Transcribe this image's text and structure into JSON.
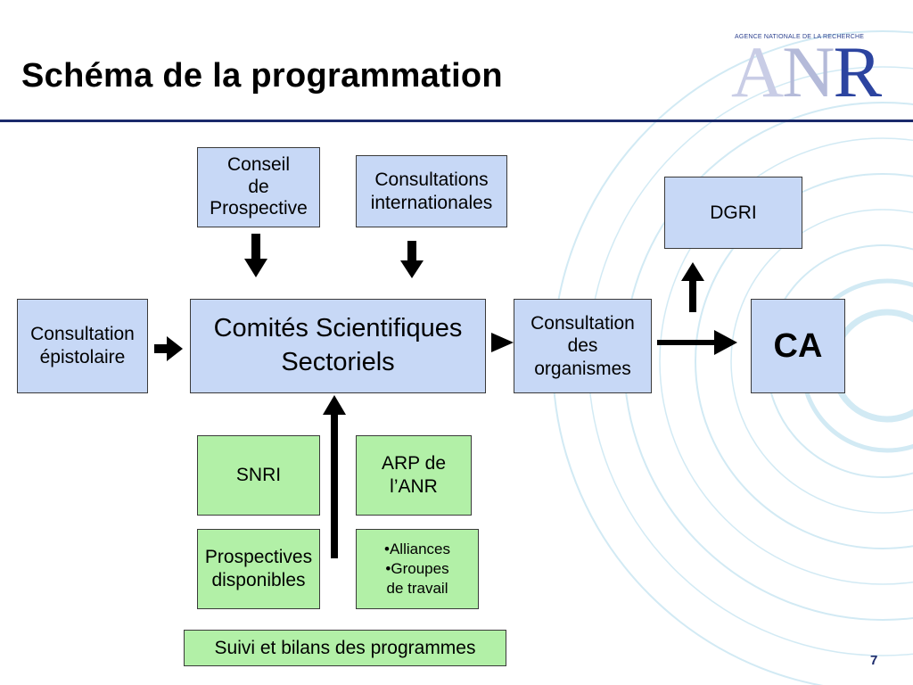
{
  "slide": {
    "title": "Schéma de la programmation",
    "page_number": "7"
  },
  "logo": {
    "agency": "AGENCE NATIONALE DE LA RECHERCHE",
    "letter_a": "A",
    "letter_n": "N",
    "letter_r": "R",
    "colors": {
      "a": "#c9cde6",
      "n": "#b4bad9",
      "r": "#2c44a0"
    }
  },
  "colors": {
    "blue_box": "#c7d8f6",
    "green_box": "#b2f0a7",
    "title_rule": "#1b2a6b",
    "swirl": "#d2eaf4",
    "arrow": "#000000"
  },
  "boxes": {
    "conseil": "Conseil\nde\nProspective",
    "consultations_int": "Consultations\ninternationales",
    "dgri": "DGRI",
    "consultation_epistolaire": "Consultation\népistolaire",
    "comites": "Comités Scientifiques\nSectoriels",
    "consultation_organismes": "Consultation\ndes\norganismes",
    "ca": "CA",
    "snri": "SNRI",
    "arp": "ARP de\nl’ANR",
    "prospectives": "Prospectives\ndisponibles",
    "alliances": "•Alliances\n•Groupes\nde travail",
    "suivi": "Suivi et bilans des programmes"
  },
  "icons": {
    "arrow_down": "arrow-down-icon",
    "arrow_right": "arrow-right-icon",
    "arrow_up": "arrow-up-icon"
  }
}
